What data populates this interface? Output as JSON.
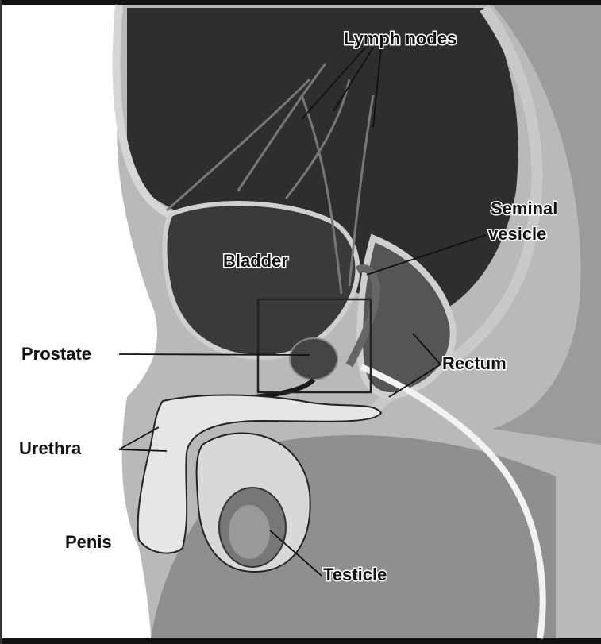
{
  "diagram": {
    "labels": {
      "lymph_nodes": "Lymph nodes",
      "seminal_line1": "Seminal",
      "seminal_line2": "vesicle",
      "bladder": "Bladder",
      "prostate": "Prostate",
      "rectum": "Rectum",
      "urethra": "Urethra",
      "penis": "Penis",
      "testicle": "Testicle"
    }
  }
}
